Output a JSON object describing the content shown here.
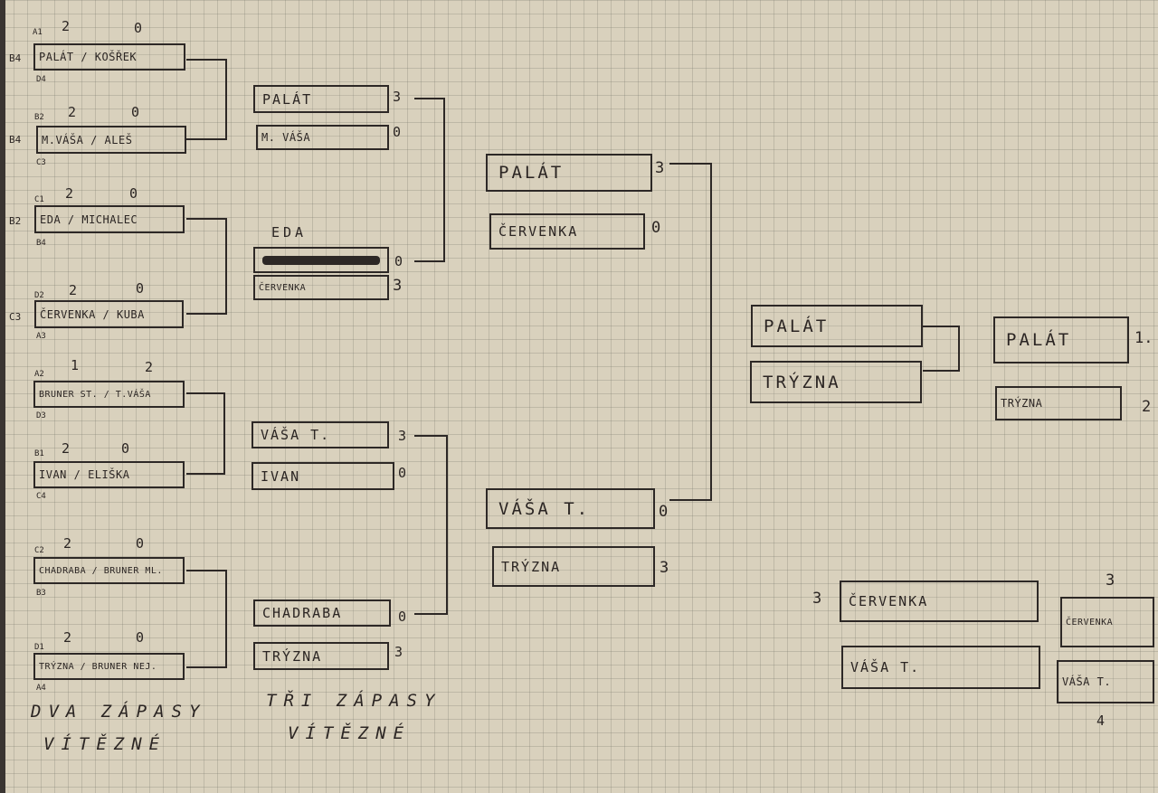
{
  "round1": {
    "m1": {
      "pos_top": "A1",
      "pos_bottom": "D4",
      "team": "PALÁT / KOŠŘEK",
      "set_left": "2",
      "set_right": "0",
      "seed": "B4"
    },
    "m2": {
      "pos_top": "B2",
      "pos_bottom": "C3",
      "team": "M.VÁŠA / ALEŠ",
      "set_left": "2",
      "set_right": "0",
      "seed": "B4"
    },
    "m3": {
      "pos_top": "C1",
      "pos_bottom": "B4",
      "team": "EDA / MICHALEC",
      "set_left": "2",
      "set_right": "0",
      "seed": "B2"
    },
    "m4": {
      "pos_top": "D2",
      "pos_bottom": "A3",
      "team": "ČERVENKA / KUBA",
      "set_left": "2",
      "set_right": "0",
      "seed": "C3"
    },
    "m5": {
      "pos_top": "A2",
      "pos_bottom": "D3",
      "team": "BRUNER ST. / T.VÁŠA",
      "set_left": "1",
      "set_right": "2"
    },
    "m6": {
      "pos_top": "B1",
      "pos_bottom": "C4",
      "team": "IVAN / ELIŠKA",
      "set_left": "2",
      "set_right": "0"
    },
    "m7": {
      "pos_top": "C2",
      "pos_bottom": "B3",
      "team": "CHADRABA / BRUNER ML.",
      "set_left": "2",
      "set_right": "0"
    },
    "m8": {
      "pos_top": "D1",
      "pos_bottom": "A4",
      "team": "TRÝZNA / BRUNER NEJ.",
      "set_left": "2",
      "set_right": "0"
    }
  },
  "round2": [
    {
      "name": "PALÁT",
      "score": "3"
    },
    {
      "name": "M. VÁŠA",
      "score": "0"
    },
    {
      "name": "EDA",
      "score": "0"
    },
    {
      "name": "ČERVENKA",
      "score": "3"
    },
    {
      "name": "VÁŠA T.",
      "score": "3"
    },
    {
      "name": "IVAN",
      "score": "0"
    },
    {
      "name": "CHADRABA",
      "score": "0"
    },
    {
      "name": "TRÝZNA",
      "score": "3"
    }
  ],
  "semis": [
    {
      "name": "PALÁT",
      "score": "3"
    },
    {
      "name": "ČERVENKA",
      "score": "0"
    },
    {
      "name": "VÁŠA T.",
      "score": "0"
    },
    {
      "name": "TRÝZNA",
      "score": "3"
    }
  ],
  "final": {
    "a": "PALÁT",
    "b": "TRÝZNA",
    "placed_a": "PALÁT",
    "placed_a_rank": "1.",
    "placed_b": "TRÝZNA",
    "placed_b_rank": "2"
  },
  "third": {
    "marker": "3",
    "a": "ČERVENKA",
    "b": "VÁŠA T.",
    "rank_top": "3",
    "placed_a": "ČERVENKA",
    "placed_b": "VÁŠA T.",
    "rank_bottom": "4"
  },
  "notes": {
    "left_line1": "DVA ZÁPASY",
    "left_line2": "VÍTĚZNÉ",
    "mid_line1": "TŘI ZÁPASY",
    "mid_line2": "VÍTĚZNÉ"
  }
}
